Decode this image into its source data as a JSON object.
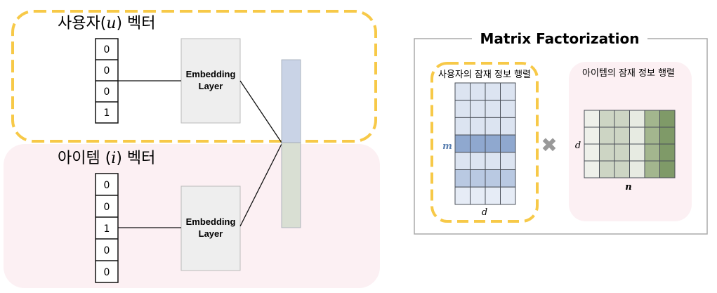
{
  "user_vector": {
    "title_prefix": "사용자(",
    "title_var": "u",
    "title_suffix": ") 벡터",
    "values": [
      "0",
      "0",
      "0",
      "1"
    ]
  },
  "item_vector": {
    "title_prefix": "아이템 (",
    "title_var": "i",
    "title_suffix": ") 벡터",
    "values": [
      "0",
      "0",
      "1",
      "0",
      "0"
    ]
  },
  "embedding": {
    "user_label_line1": "Embedding",
    "user_label_line2": "Layer",
    "item_label_line1": "Embedding",
    "item_label_line2": "Layer"
  },
  "mf": {
    "title": "Matrix Factorization",
    "user_matrix_title": "사용자의 잠재 정보 행렬",
    "item_matrix_title": "아이템의 잠재 정보 행렬",
    "user_row_label": "m",
    "user_col_label": "d",
    "item_row_label": "d",
    "item_col_label": "n",
    "times_symbol": "✖"
  },
  "colors": {
    "user_dash": "#f7c948",
    "user_bg": "#ffffff",
    "item_bg": "#fcf0f3",
    "matrix_light": "#dce4f1",
    "matrix_highlight": "#8fa8cf",
    "matrix_mid": "#b9c9e2",
    "item_light": "#e9ece4",
    "item_mid": "#c9d3bd",
    "item_dark": "#98ad80",
    "concat_top": "#c9d3e6",
    "concat_bottom": "#d9dfd3"
  }
}
